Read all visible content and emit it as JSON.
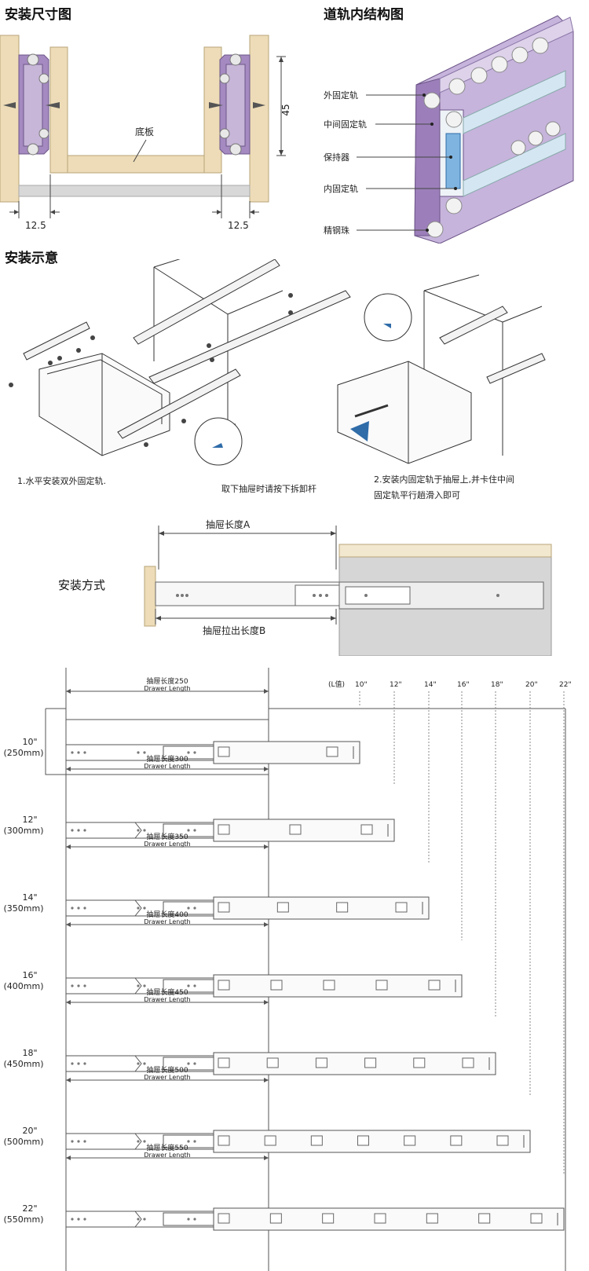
{
  "section1": {
    "title": "安装尺寸图",
    "bottom_board": "底板",
    "height_dim": "45",
    "clearance_left": "12.5",
    "clearance_right": "12.5"
  },
  "section2": {
    "title": "道轨内结构图",
    "labels": [
      "外固定轨",
      "中间固定轨",
      "保持器",
      "内固定轨",
      "精钢珠"
    ]
  },
  "section3": {
    "title": "安装示意",
    "step1": "1.水平安装双外固定轨.",
    "note": "取下抽屉时请按下拆卸杆",
    "step2_line1": "2.安装内固定轨于抽屉上,并卡住中间",
    "step2_line2": "固定轨平行趟滑入即可"
  },
  "section4": {
    "title": "安装方式",
    "length_a": "抽屉长度A",
    "length_b": "抽屉拉出长度B"
  },
  "section5": {
    "l_value_label": "(L值)",
    "l_ticks": [
      "10\"",
      "12\"",
      "14\"",
      "16\"",
      "18\"",
      "20\"",
      "22\""
    ],
    "rows": [
      {
        "size_in": "10\"",
        "size_mm": "(250mm)",
        "length_cn": "抽屉长度250",
        "length_en": "Drawer Length"
      },
      {
        "size_in": "12\"",
        "size_mm": "(300mm)",
        "length_cn": "抽屉长度300",
        "length_en": "Drawer Length"
      },
      {
        "size_in": "14\"",
        "size_mm": "(350mm)",
        "length_cn": "抽屉长度350",
        "length_en": "Drawer Length"
      },
      {
        "size_in": "16\"",
        "size_mm": "(400mm)",
        "length_cn": "抽屉长度400",
        "length_en": "Drawer Length"
      },
      {
        "size_in": "18\"",
        "size_mm": "(450mm)",
        "length_cn": "抽屉长度450",
        "length_en": "Drawer Length"
      },
      {
        "size_in": "20\"",
        "size_mm": "(500mm)",
        "length_cn": "抽屉长度500",
        "length_en": "Drawer Length"
      },
      {
        "size_in": "22\"",
        "size_mm": "(550mm)",
        "length_cn": "抽屉长度550",
        "length_en": "Drawer Length"
      }
    ]
  },
  "colors": {
    "wood": "#eddcb7",
    "rail_purple": "#a48ac0",
    "rail_steel": "#b9c4cc",
    "blue_marker": "#2f6ca8"
  }
}
